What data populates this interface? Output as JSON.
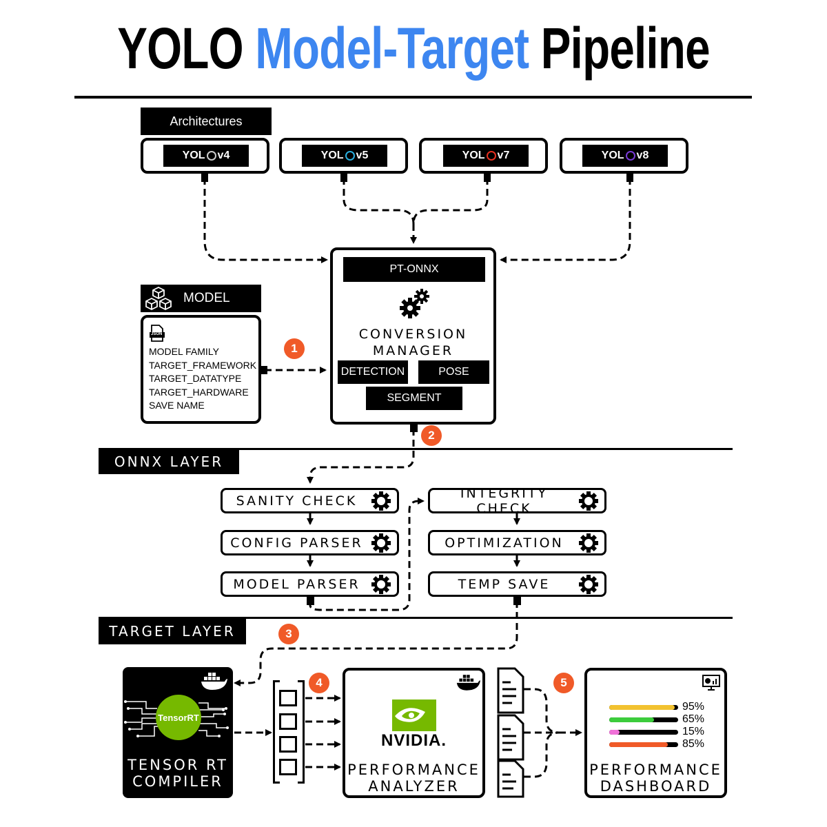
{
  "title": {
    "part1": "YOLO",
    "part2": "Model-Target",
    "part3": "Pipeline"
  },
  "architectures": {
    "label": "Architectures",
    "models": [
      {
        "prefix": "YOL",
        "suffix": "v4",
        "ring_color": "#cccccc"
      },
      {
        "prefix": "YOL",
        "suffix": "v5",
        "ring_color": "#2ab0e0"
      },
      {
        "prefix": "YOL",
        "suffix": "v7",
        "ring_color": "#e83020"
      },
      {
        "prefix": "YOL",
        "suffix": "v8",
        "ring_color": "#7a3cd8"
      }
    ]
  },
  "model_panel": {
    "label": "MODEL",
    "file_tag": "JSON",
    "fields": [
      "MODEL FAMILY",
      "TARGET_FRAMEWORK",
      "TARGET_DATATYPE",
      "TARGET_HARDWARE",
      "SAVE NAME"
    ]
  },
  "conversion": {
    "header": "PT-ONNX",
    "title_line1": "CONVERSION",
    "title_line2": "MANAGER",
    "tasks": [
      "DETECTION",
      "POSE",
      "SEGMENT"
    ]
  },
  "badges": [
    "1",
    "2",
    "3",
    "4",
    "5"
  ],
  "onnx_layer": {
    "label": "ONNX LAYER",
    "left_steps": [
      "SANITY CHECK",
      "CONFIG PARSER",
      "MODEL PARSER"
    ],
    "right_steps": [
      "INTEGRITY CHECK",
      "OPTIMIZATION",
      "TEMP SAVE"
    ]
  },
  "target_layer": {
    "label": "TARGET LAYER",
    "compiler": {
      "chip": "TensorRT",
      "line1": "TENSOR RT",
      "line2": "COMPILER"
    },
    "analyzer": {
      "brand": "NVIDIA.",
      "line1": "PERFORMANCE",
      "line2": "ANALYZER"
    },
    "dashboard": {
      "line1": "PERFORMANCE",
      "line2": "DASHBOARD",
      "bars": [
        {
          "label": "95%",
          "value": 0.95,
          "color": "#f2c230"
        },
        {
          "label": "65%",
          "value": 0.65,
          "color": "#3ccc3c"
        },
        {
          "label": "15%",
          "value": 0.15,
          "color": "#f070d8"
        },
        {
          "label": "85%",
          "value": 0.85,
          "color": "#f05a28"
        }
      ]
    }
  }
}
